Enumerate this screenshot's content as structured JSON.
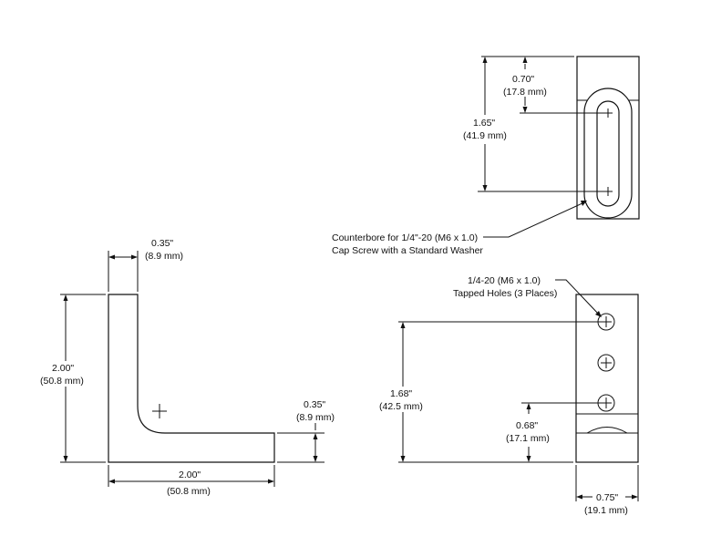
{
  "front_view": {
    "vertical_leg_width": {
      "in": "0.35\"",
      "mm": "(8.9 mm)"
    },
    "height": {
      "in": "2.00\"",
      "mm": "(50.8 mm)"
    },
    "width": {
      "in": "2.00\"",
      "mm": "(50.8 mm)"
    },
    "horizontal_leg_thickness": {
      "in": "0.35\"",
      "mm": "(8.9 mm)"
    }
  },
  "top_view": {
    "slot_offset": {
      "in": "0.70\"",
      "mm": "(17.8 mm)"
    },
    "slot_length": {
      "in": "1.65\"",
      "mm": "(41.9 mm)"
    },
    "counterbore_note": {
      "line1": "Counterbore for 1/4\"-20 (M6 x 1.0)",
      "line2": "Cap Screw with a Standard Washer"
    }
  },
  "side_view": {
    "tapped_note": {
      "line1": "1/4-20 (M6 x 1.0)",
      "line2": "Tapped Holes (3 Places)"
    },
    "top_hole_height": {
      "in": "1.68\"",
      "mm": "(42.5 mm)"
    },
    "bottom_hole_height": {
      "in": "0.68\"",
      "mm": "(17.1 mm)"
    },
    "width": {
      "in": "0.75\"",
      "mm": "(19.1 mm)"
    }
  }
}
